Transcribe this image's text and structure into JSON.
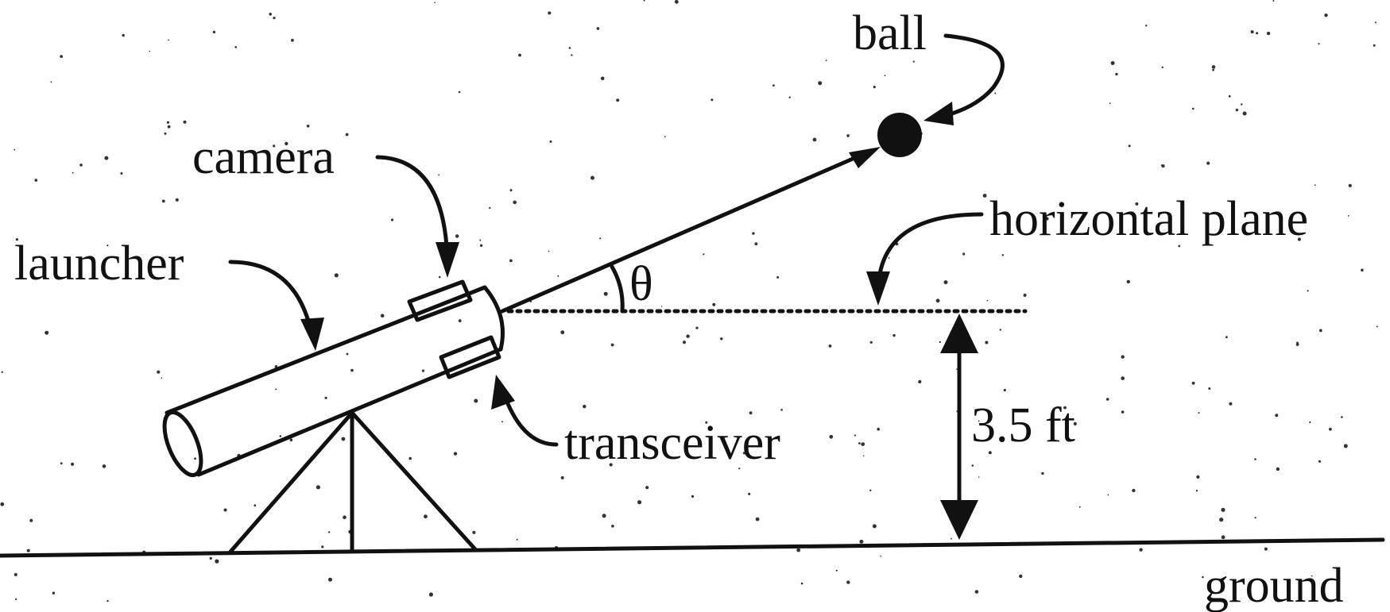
{
  "labels": {
    "ball": "ball",
    "camera": "camera",
    "launcher": "launcher",
    "horizontal_plane": "horizontal plane",
    "theta": "θ",
    "transceiver": "transceiver",
    "height": "3.5 ft",
    "ground": "ground"
  },
  "colors": {
    "ink": "#111111",
    "background": "#ffffff"
  }
}
